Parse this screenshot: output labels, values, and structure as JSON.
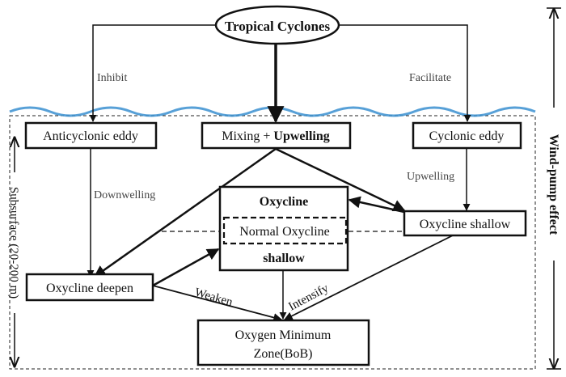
{
  "diagram": {
    "root": "Tropical Cyclones",
    "edge_labels": {
      "inhibit": "Inhibit",
      "facilitate": "Facilitate",
      "downwelling": "Downwelling",
      "upwelling": "Upwelling",
      "weaken": "Weaken",
      "intensify": "Intensify"
    },
    "nodes": {
      "anticyclonic": "Anticyclonic eddy",
      "mixing_prefix": "Mixing + ",
      "mixing_bold": "Upwelling",
      "cyclonic": "Cyclonic eddy",
      "oxycline_top": "Oxycline",
      "normal_oxycline": "Normal Oxycline",
      "oxycline_bottom": "shallow",
      "oxycline_shallow": "Oxycline shallow",
      "oxycline_deepen": "Oxycline deepen",
      "omz_line1": "Oxygen Minimum",
      "omz_line2": "Zone(BoB)"
    },
    "side_labels": {
      "subsurface": "Subsurface (20-200 m)",
      "wind_pump": "Wind-pump effect"
    },
    "colors": {
      "sea_surface": "#3a8fd0",
      "ink": "#111111",
      "label_gray": "#444444"
    }
  }
}
